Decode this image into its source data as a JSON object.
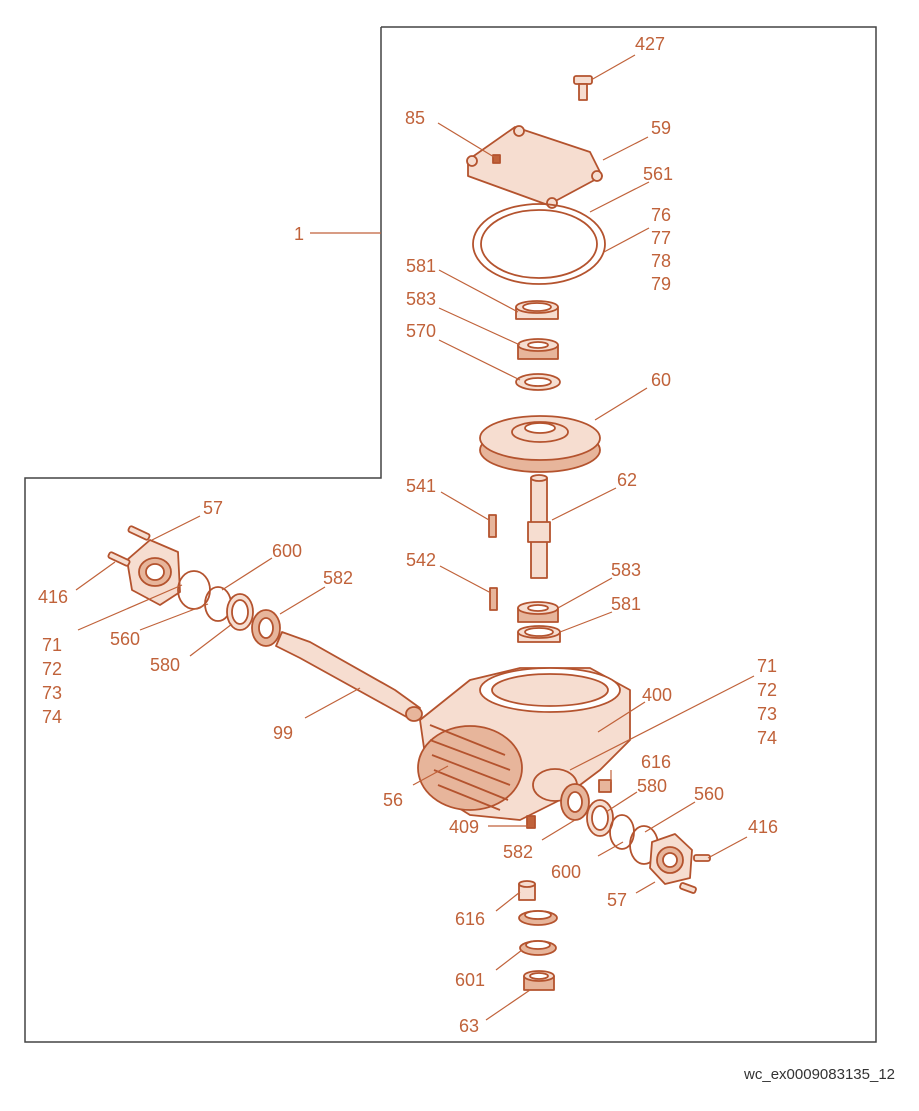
{
  "diagram": {
    "colors": {
      "accent": "#c0623a",
      "line": "#b4532e",
      "fill": "#e7b59b",
      "frame": "#444444",
      "fill_light": "#f6ddd0"
    },
    "labels": {
      "p1": "1",
      "p427": "427",
      "p85": "85",
      "p59": "59",
      "p561": "561",
      "p76": "76",
      "p77": "77",
      "p78": "78",
      "p79": "79",
      "p581a": "581",
      "p583a": "583",
      "p570": "570",
      "p60": "60",
      "p541": "541",
      "p62": "62",
      "p57a": "57",
      "p600a": "600",
      "p582a": "582",
      "p416a": "416",
      "p542": "542",
      "p583b": "583",
      "p581b": "581",
      "p71a": "71",
      "p72a": "72",
      "p73a": "73",
      "p74a": "74",
      "p560a": "560",
      "p580a": "580",
      "p99": "99",
      "p71b": "71",
      "p72b": "72",
      "p73b": "73",
      "p74b": "74",
      "p400": "400",
      "p616a": "616",
      "p580b": "580",
      "p560b": "560",
      "p56": "56",
      "p409": "409",
      "p582b": "582",
      "p600b": "600",
      "p416b": "416",
      "p57b": "57",
      "p616b": "616",
      "p601": "601",
      "p63": "63"
    }
  },
  "footer": {
    "code": "wc_ex0009083135_12"
  }
}
